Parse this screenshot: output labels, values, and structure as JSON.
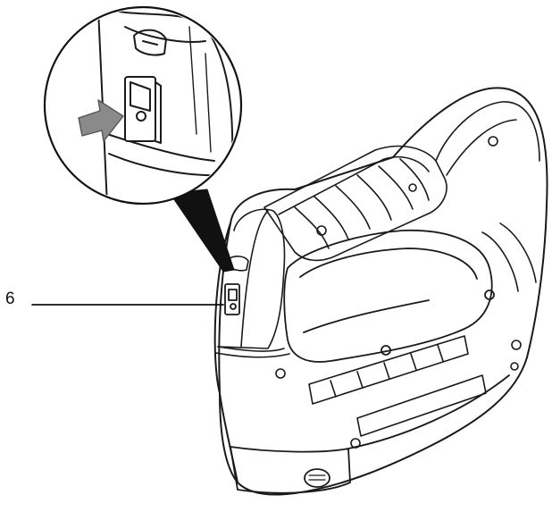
{
  "figure": {
    "callouts": [
      {
        "label": "6",
        "target": "power-switch"
      }
    ],
    "inset": {
      "shows": "power-switch",
      "arrow": "press-indicator"
    },
    "colors": {
      "line": "#1a1a1a",
      "arrow": "#8a8a8a",
      "background": "#ffffff"
    }
  }
}
